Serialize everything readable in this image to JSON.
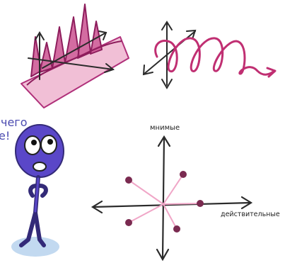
{
  "speech": {
    "line1": "чего",
    "line2": "е!"
  },
  "complex_plane": {
    "imaginary_axis_label": "мнимые",
    "real_axis_label": "действительные"
  },
  "colors": {
    "magenta": "#b0307a",
    "pink_fill": "#e58bb5",
    "helix": "#c02f72",
    "ink": "#333333",
    "character": "#5a47c8",
    "character_outline": "#332a78",
    "root_dot": "#7a2a50",
    "root_line": "#f0a6c7",
    "shadow": "#a8c9ea",
    "speech_text": "#4b4bb0"
  }
}
